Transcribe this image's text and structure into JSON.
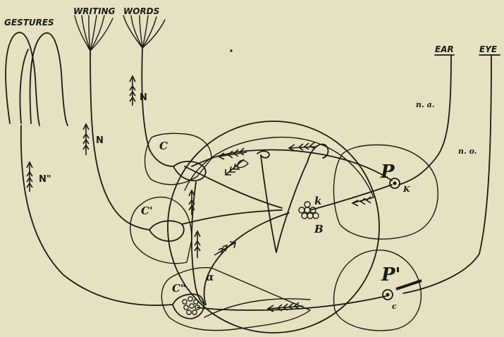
{
  "labels": {
    "gestures": "GESTURES",
    "writing": "WRITING",
    "words": "WORDS",
    "ear": "EAR",
    "eye": "EYE",
    "n_words": "N",
    "n_writing": "N",
    "n_gestures": "N\"",
    "n_a": "n. a.",
    "n_o": "n. o.",
    "c": "C",
    "c_prime": "C'",
    "c_double": "C\"",
    "p": "P",
    "p_prime": "P'",
    "k_small": "k",
    "k_cap": "K",
    "b": "B",
    "alpha": "α",
    "c_small": "c"
  }
}
